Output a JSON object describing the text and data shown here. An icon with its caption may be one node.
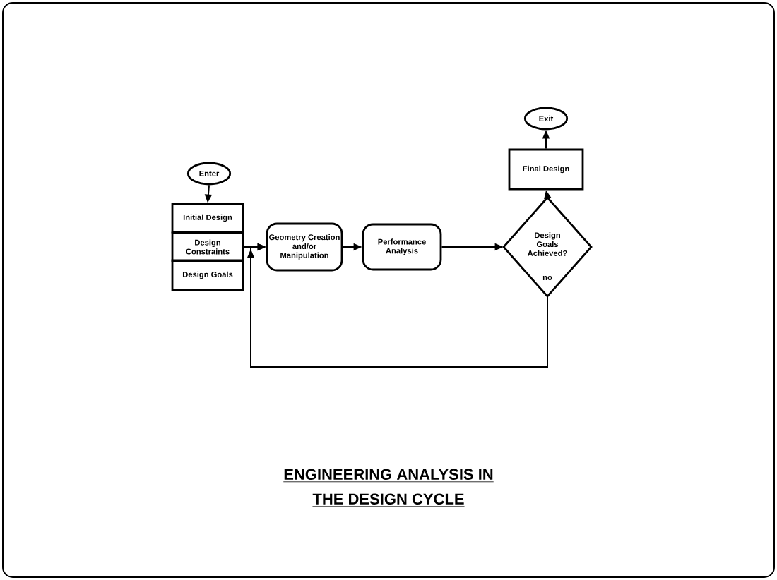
{
  "diagram": {
    "title": "ENGINEERING ANALYSIS IN THE DESIGN CYCLE",
    "nodes": [
      {
        "text": [
          "Enter"
        ]
      },
      {
        "text": [
          "Initial Design"
        ]
      },
      {
        "text": [
          "Design Constraints"
        ]
      },
      {
        "text": [
          "Design Goals"
        ]
      },
      {
        "text": [
          "Geometry Creation and/or Manipulation"
        ]
      },
      {
        "text": [
          "Performance Analysis"
        ]
      },
      {
        "text": [
          "Design Goals Achieved?",
          "no"
        ]
      },
      {
        "text": [
          "Final Design"
        ]
      },
      {
        "text": [
          "Exit"
        ]
      }
    ],
    "edges": [
      {
        "from": 0,
        "to": 1,
        "arrow": "to"
      },
      {
        "from": 2,
        "to": 4,
        "arrow": "to"
      },
      {
        "from": 4,
        "to": 5,
        "arrow": "to"
      },
      {
        "from": 5,
        "to": 6,
        "arrow": "to"
      },
      {
        "from": 6,
        "to": 7,
        "arrow": "to"
      },
      {
        "from": 7,
        "to": 8,
        "arrow": "to"
      },
      {
        "from": 6,
        "to": 4,
        "arrow": "to"
      }
    ]
  }
}
